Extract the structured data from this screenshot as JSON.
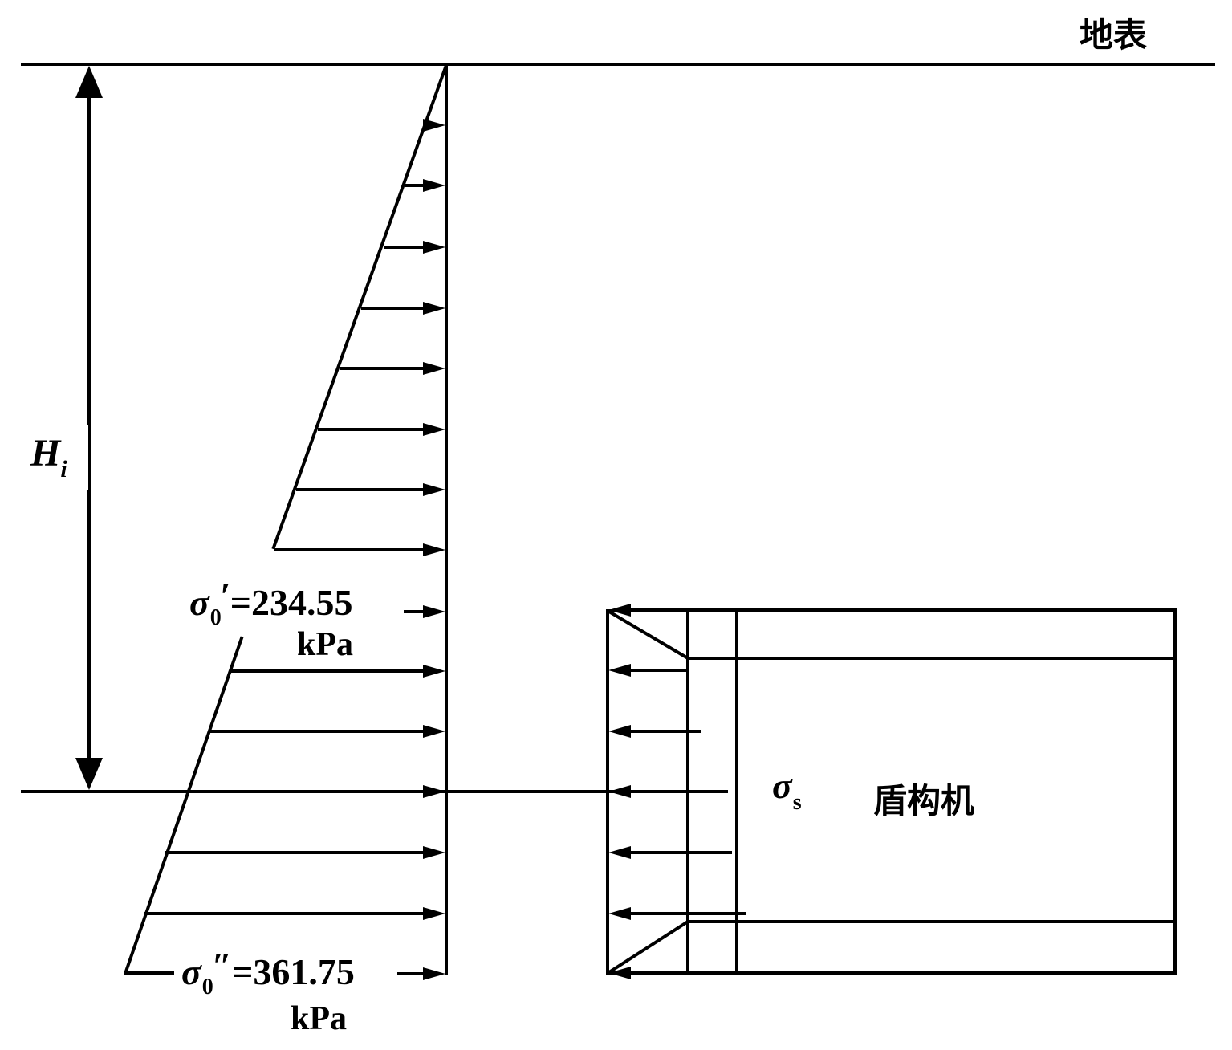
{
  "labels": {
    "ground_surface": "地表",
    "shield_machine": "盾构机",
    "depth_symbol": "H",
    "depth_subscript": "i",
    "sigma_symbol": "σ",
    "support_subscript": "s",
    "stress_top_subscript": "0",
    "stress_top_prime": "′",
    "stress_top_value": "=234.55",
    "stress_top_unit": "kPa",
    "stress_bottom_subscript": "0",
    "stress_bottom_prime": "″",
    "stress_bottom_value": "=361.75",
    "stress_bottom_unit": "kPa"
  },
  "colors": {
    "stroke": "#000000",
    "background": "#ffffff"
  }
}
